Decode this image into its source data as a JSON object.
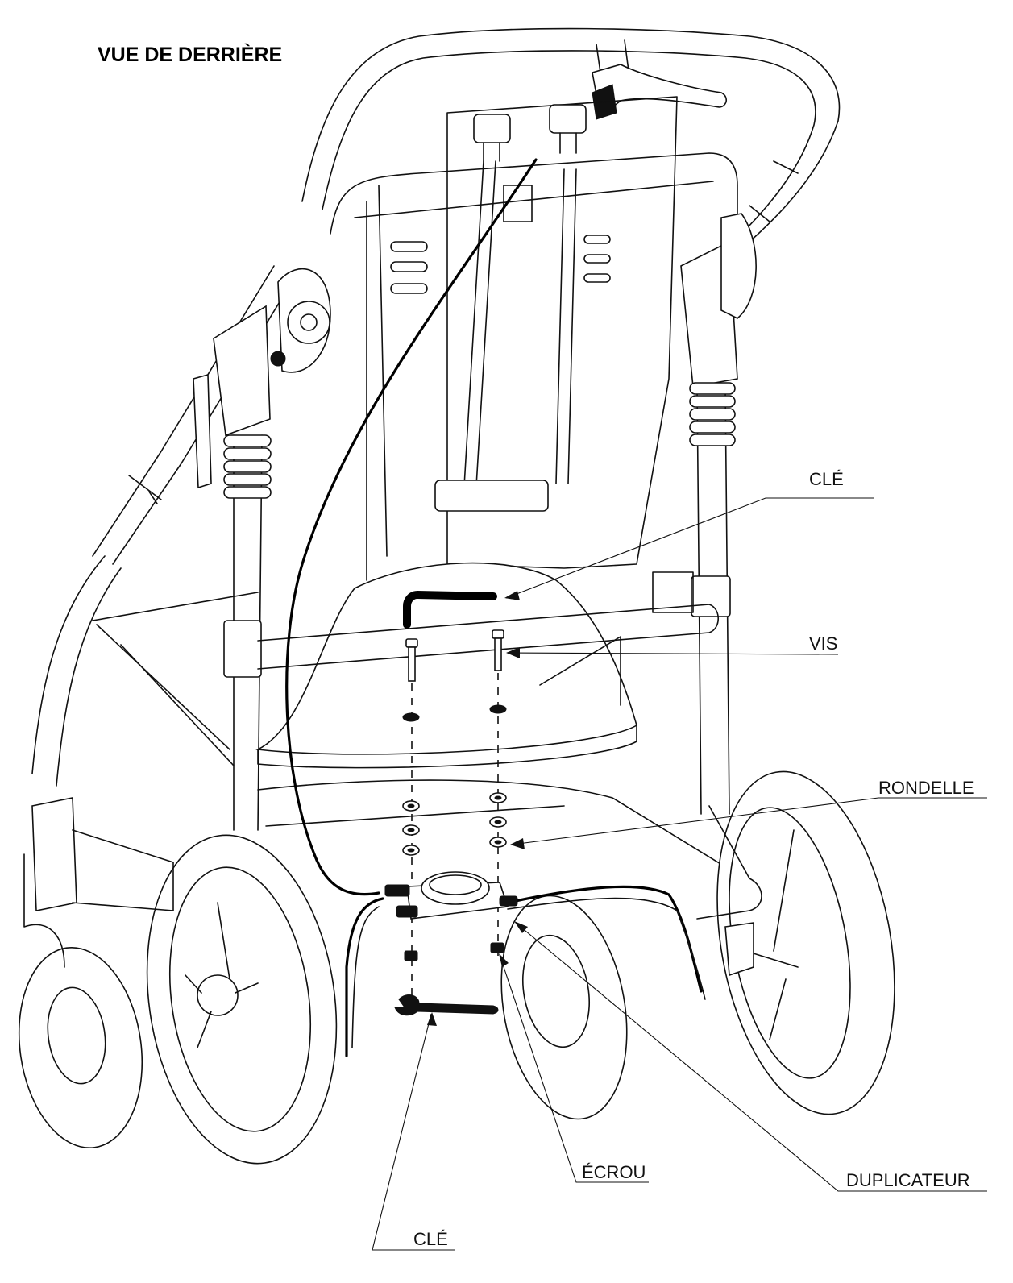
{
  "title": "VUE DE DERRIÈRE",
  "labels": {
    "cle_top": "CLÉ",
    "vis": "VIS",
    "rondelle": "RONDELLE",
    "ecrou": "ÉCROU",
    "duplicateur": "DUPLICATEUR",
    "cle_bottom": "CLÉ"
  }
}
